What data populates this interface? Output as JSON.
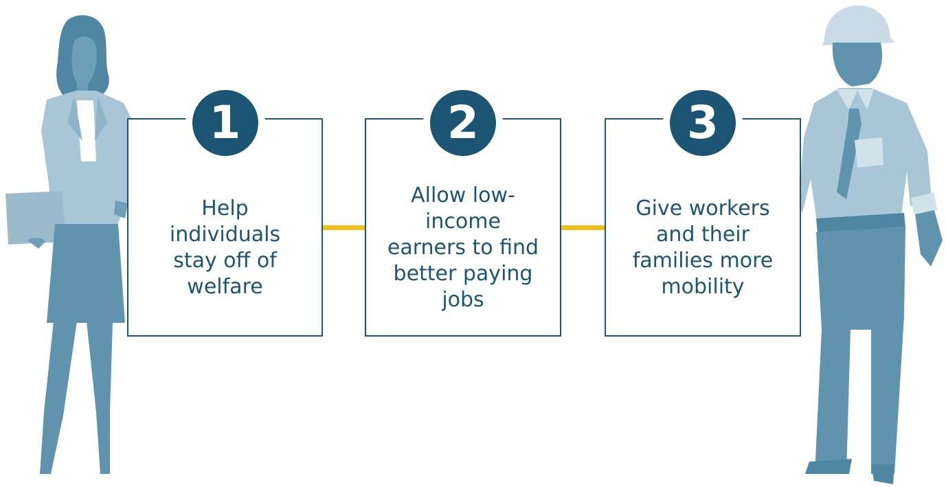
{
  "steps": [
    {
      "number": "1",
      "text": "Help individuals stay off of welfare"
    },
    {
      "number": "2",
      "text": "Allow low-income earners to find better paying jobs"
    },
    {
      "number": "3",
      "text": "Give workers and their families more mobility"
    }
  ],
  "colors": {
    "primary": "#1b5573",
    "connector": "#f2be1a",
    "figure_dark": "#5f93ae",
    "figure_light": "#a9c6d6"
  },
  "icons": [
    "businesswoman-illustration",
    "construction-worker-illustration"
  ]
}
